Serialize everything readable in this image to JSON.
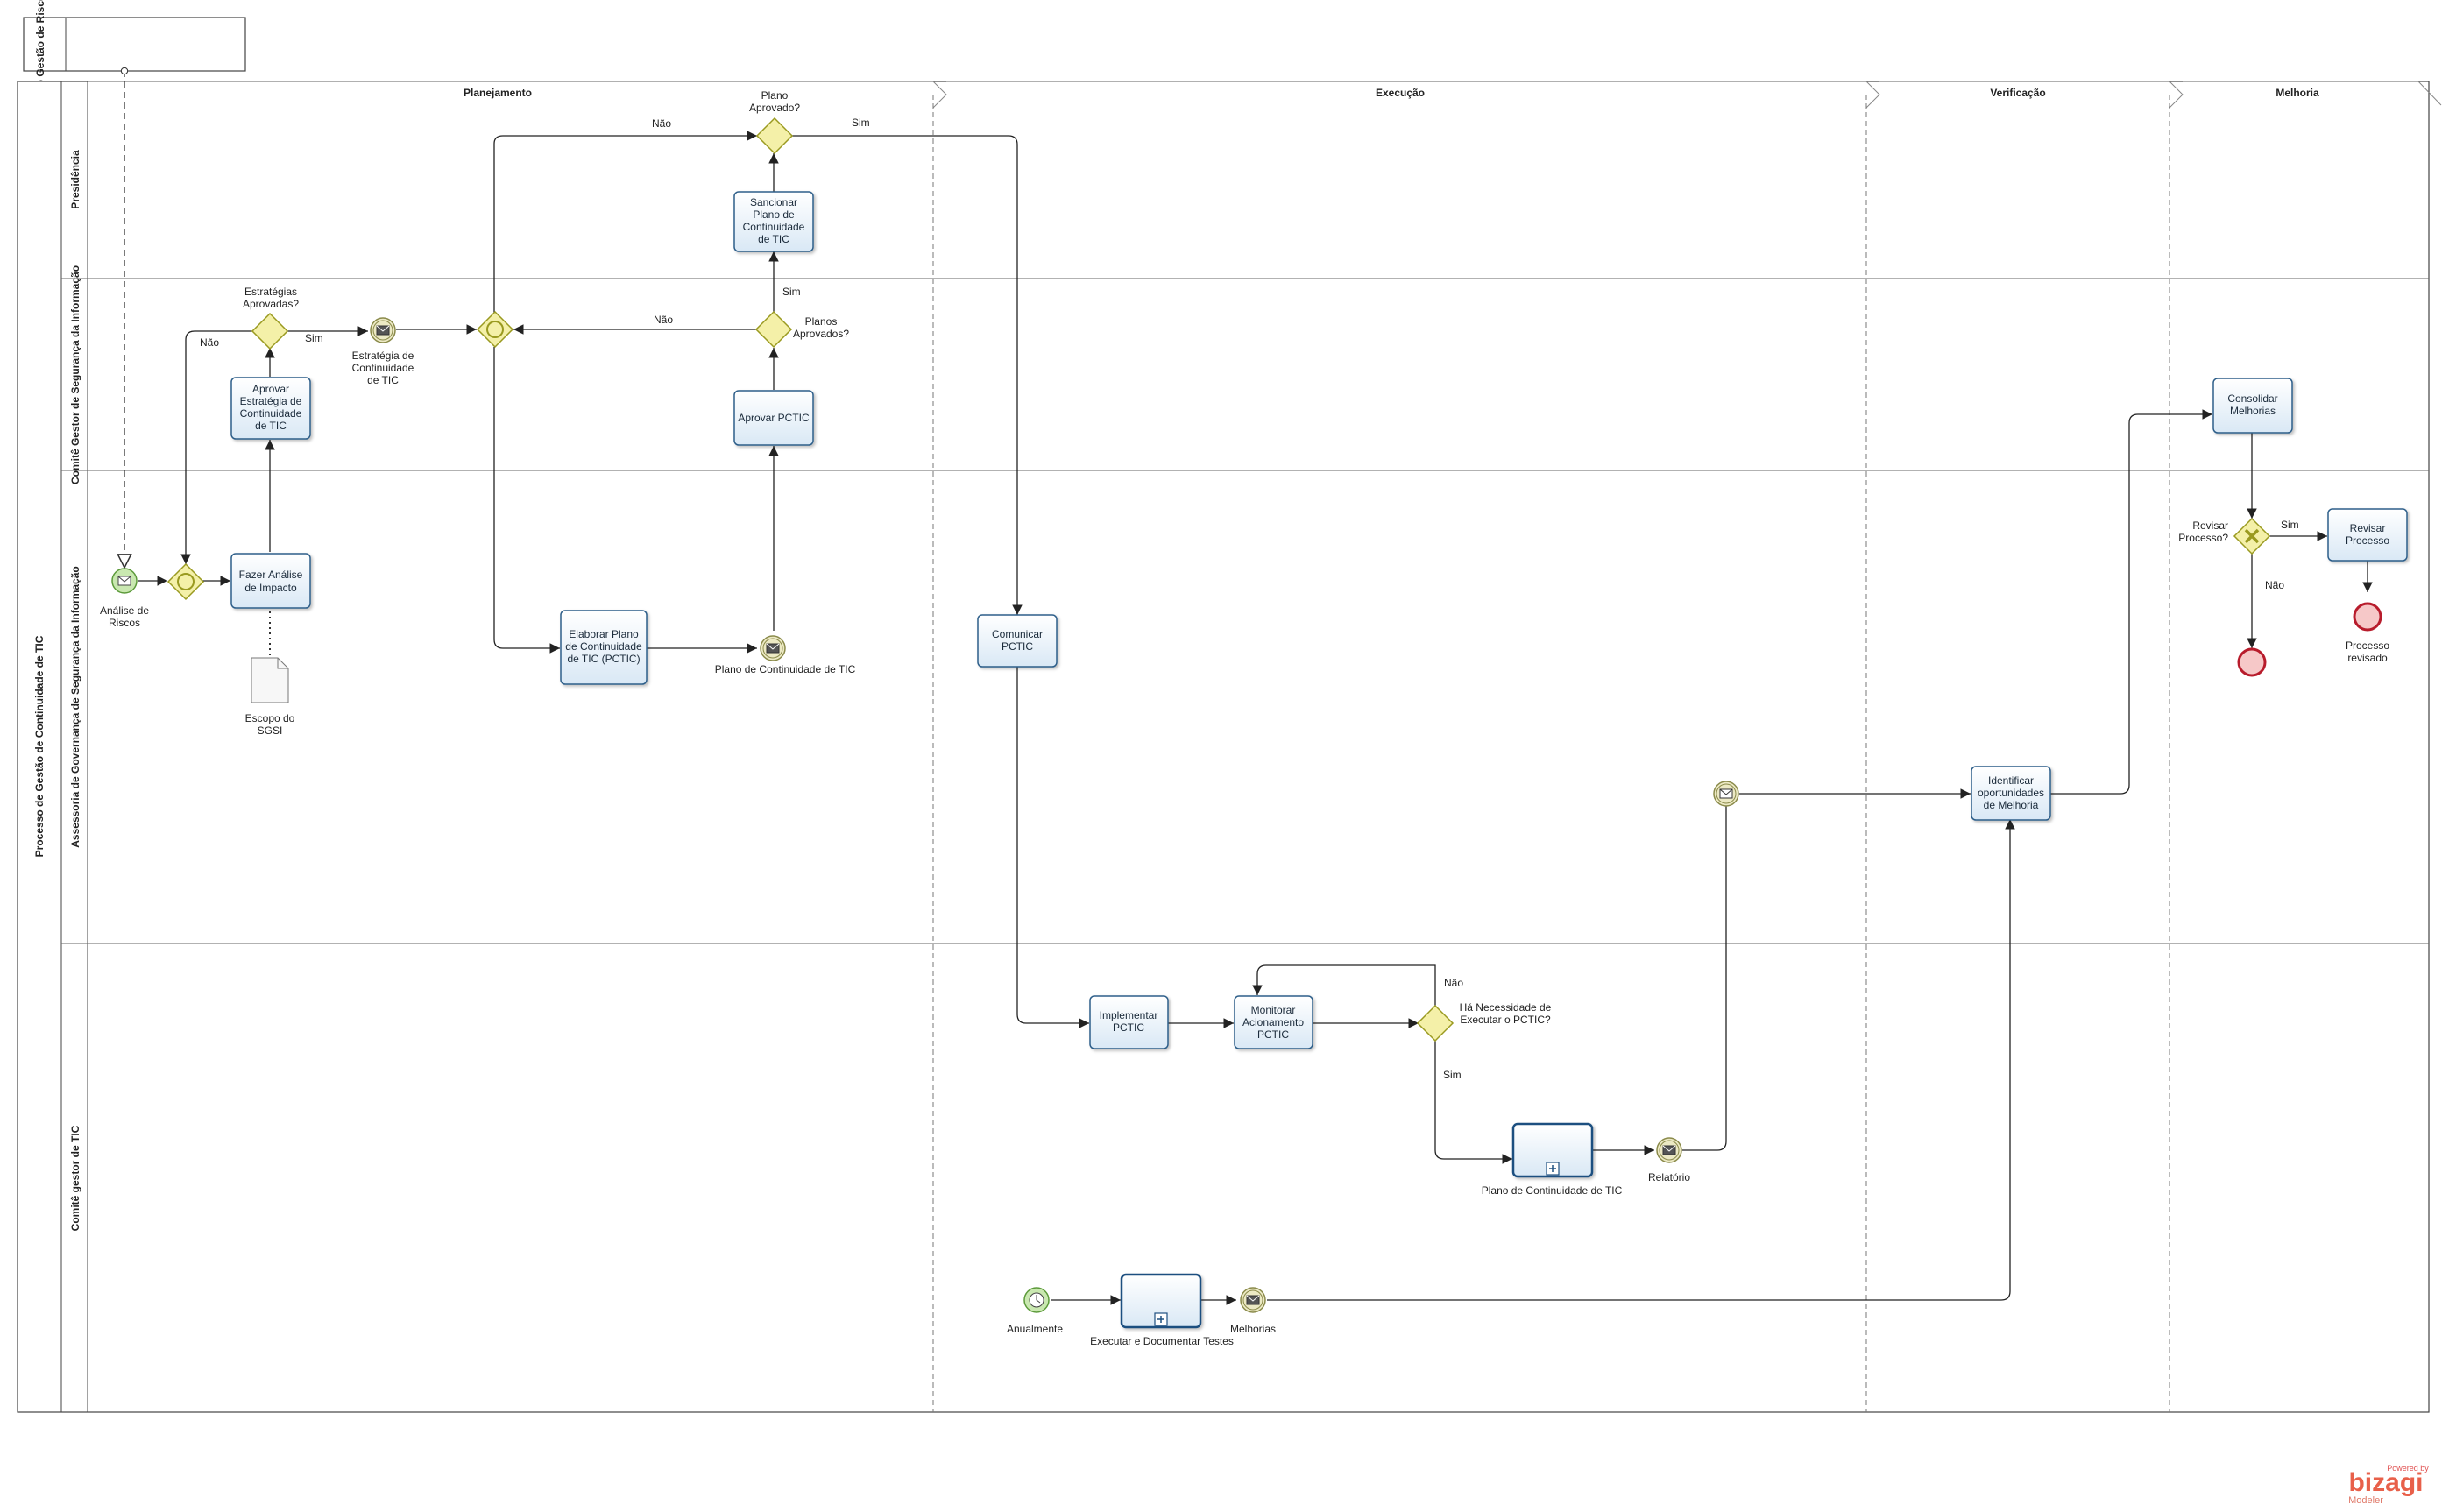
{
  "pool": {
    "title": "Processo de Gestão de Continuidade de TIC",
    "collapsed_title": "Processo Gestão de Riscos de SI"
  },
  "lanes": [
    "Presidência",
    "Comitê Gestor de Segurança da Informação",
    "Assessoria de Governança de Segurança da Informação",
    "Comitê gestor de TIC"
  ],
  "phases": [
    "Planejamento",
    "Execução",
    "Verificação",
    "Melhoria"
  ],
  "tasks": {
    "fazer_analise": "Fazer Análise de Impacto",
    "aprovar_estrategia": "Aprovar Estratégia de Continuidade de TIC",
    "sancionar_plano": "Sancionar Plano de Continuidade de TIC",
    "aprovar_pctic": "Aprovar PCTIC",
    "elaborar_plano": "Elaborar Plano de Continuidade de TIC (PCTIC)",
    "comunicar": "Comunicar PCTIC",
    "implementar": "Implementar PCTIC",
    "monitorar": "Monitorar Acionamento PCTIC",
    "identificar": "Identificar oportunidades de Melhoria",
    "consolidar": "Consolidar Melhorias",
    "revisar": "Revisar Processo"
  },
  "subprocesses": {
    "plano_continuidade": "Plano de Continuidade de TIC",
    "executar_testes": "Executar e Documentar Testes"
  },
  "gateways": {
    "estrategias": "Estratégias Aprovadas?",
    "plano_aprovado": "Plano Aprovado?",
    "planos_aprovados": "Planos Aprovados?",
    "necessidade": "Há Necessidade de Executar o PCTIC?",
    "revisar": "Revisar Processo?"
  },
  "events": {
    "analise_riscos": "Análise de Riscos",
    "estrategia_ev": "Estratégia de Continuidade de TIC",
    "plano_ev": "Plano de Continuidade de TIC",
    "relatorio": "Relatório",
    "anualmente": "Anualmente",
    "melhorias": "Melhorias",
    "processo_revisado": "Processo revisado"
  },
  "artifacts": {
    "escopo": "Escopo do SGSI"
  },
  "flow_labels": {
    "sim": "Sim",
    "nao": "Não"
  },
  "watermark": {
    "powered": "Powered by",
    "brand": "bizagi",
    "product": "Modeler"
  },
  "colors": {
    "task_border": "#2e5f8a",
    "gateway_fill": "#f4f0a8",
    "gateway_stroke": "#9a9a20",
    "start_fill": "#c9e8b0",
    "start_stroke": "#5c9a3a",
    "end_stroke": "#b81c2c",
    "end_fill": "#f6c8c8",
    "inter_fill": "#ece9c4",
    "inter_stroke": "#8a8a4a"
  }
}
